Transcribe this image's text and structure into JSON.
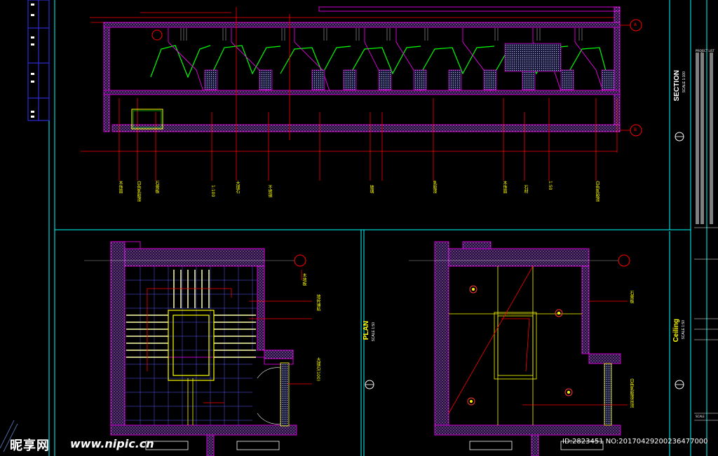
{
  "drawing": {
    "section_title": "SECTION",
    "section_scale": "SCALE 1:100",
    "plan_title": "PLAN",
    "plan_scale": "SCALE 1:50",
    "ceiling_title": "Ceiling",
    "ceiling_scale": "SCALE 1:50",
    "grid_marker_a": "A",
    "grid_marker_b": "B"
  },
  "title_block": {
    "project_label": "PROJECT LIST",
    "scale_label": "SCALE"
  },
  "section_notes": [
    "木饰面",
    "白色乳胶漆",
    "石膏板",
    "1:100",
    "大理石",
    "不锈钢",
    "玻璃",
    "乳胶漆",
    "木饰面",
    "石材",
    "1:50",
    "白色乳胶漆"
  ],
  "plan_notes": [
    "木地板",
    "地砖铺贴",
    "大理石(100)"
  ],
  "ceiling_notes": [
    "石膏板",
    "白色乳胶漆吊顶"
  ],
  "watermark": {
    "logo_text": "昵享网",
    "site": "www.nipic.cn",
    "id_text": "ID:2823451 NO:20170429200236477000"
  },
  "colors": {
    "background": "#000000",
    "frame": "#00ffff",
    "dim": "#ff0000",
    "wall": "#ff00ff",
    "stair": "#00ff00",
    "text": "#ffff00"
  }
}
